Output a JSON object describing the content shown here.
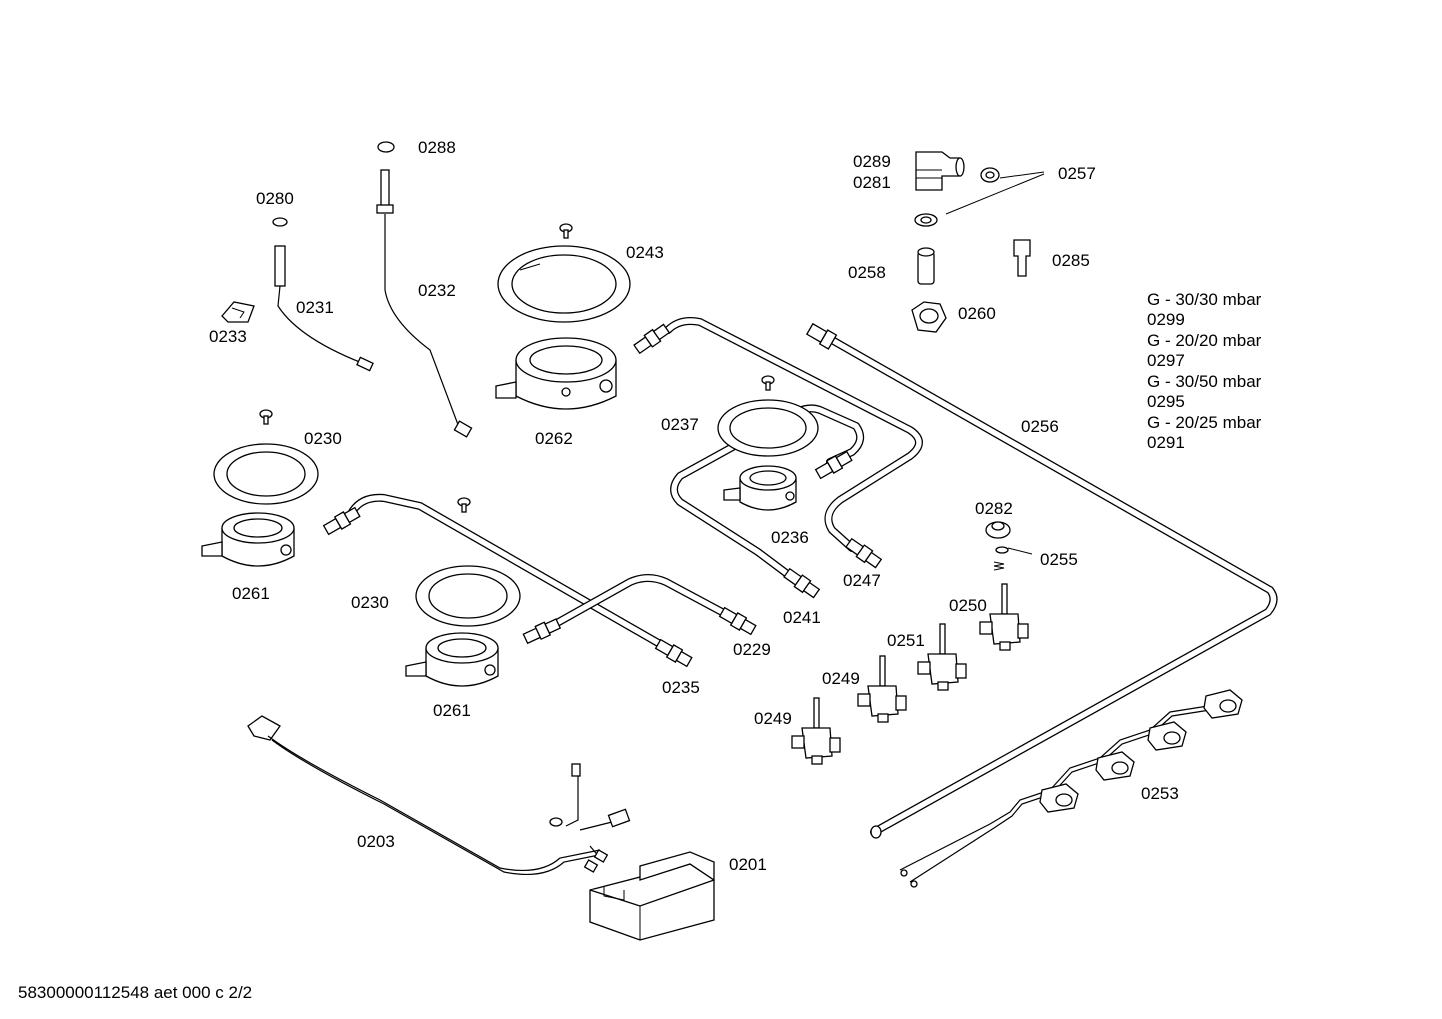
{
  "labels": {
    "p0288": "0288",
    "p0280": "0280",
    "p0231": "0231",
    "p0233": "0233",
    "p0232": "0232",
    "p0243": "0243",
    "p0262": "0262",
    "p0230a": "0230",
    "p0230b": "0230",
    "p0261a": "0261",
    "p0261b": "0261",
    "p0237": "0237",
    "p0236": "0236",
    "p0247": "0247",
    "p0241": "0241",
    "p0229": "0229",
    "p0235": "0235",
    "p0289": "0289",
    "p0281": "0281",
    "p0257": "0257",
    "p0258": "0258",
    "p0285": "0285",
    "p0260": "0260",
    "p0256": "0256",
    "p0282": "0282",
    "p0255": "0255",
    "p0250": "0250",
    "p0251": "0251",
    "p0249a": "0249",
    "p0249b": "0249",
    "p0253": "0253",
    "p0203": "0203",
    "p0201": "0201"
  },
  "gas_legend": [
    "G - 30/30 mbar",
    "0299",
    "G - 20/20 mbar",
    "0297",
    "G - 30/50 mbar",
    "0295",
    "G - 20/25 mbar",
    "0291"
  ],
  "footer": "58300000112548 aet 000 c 2/2"
}
